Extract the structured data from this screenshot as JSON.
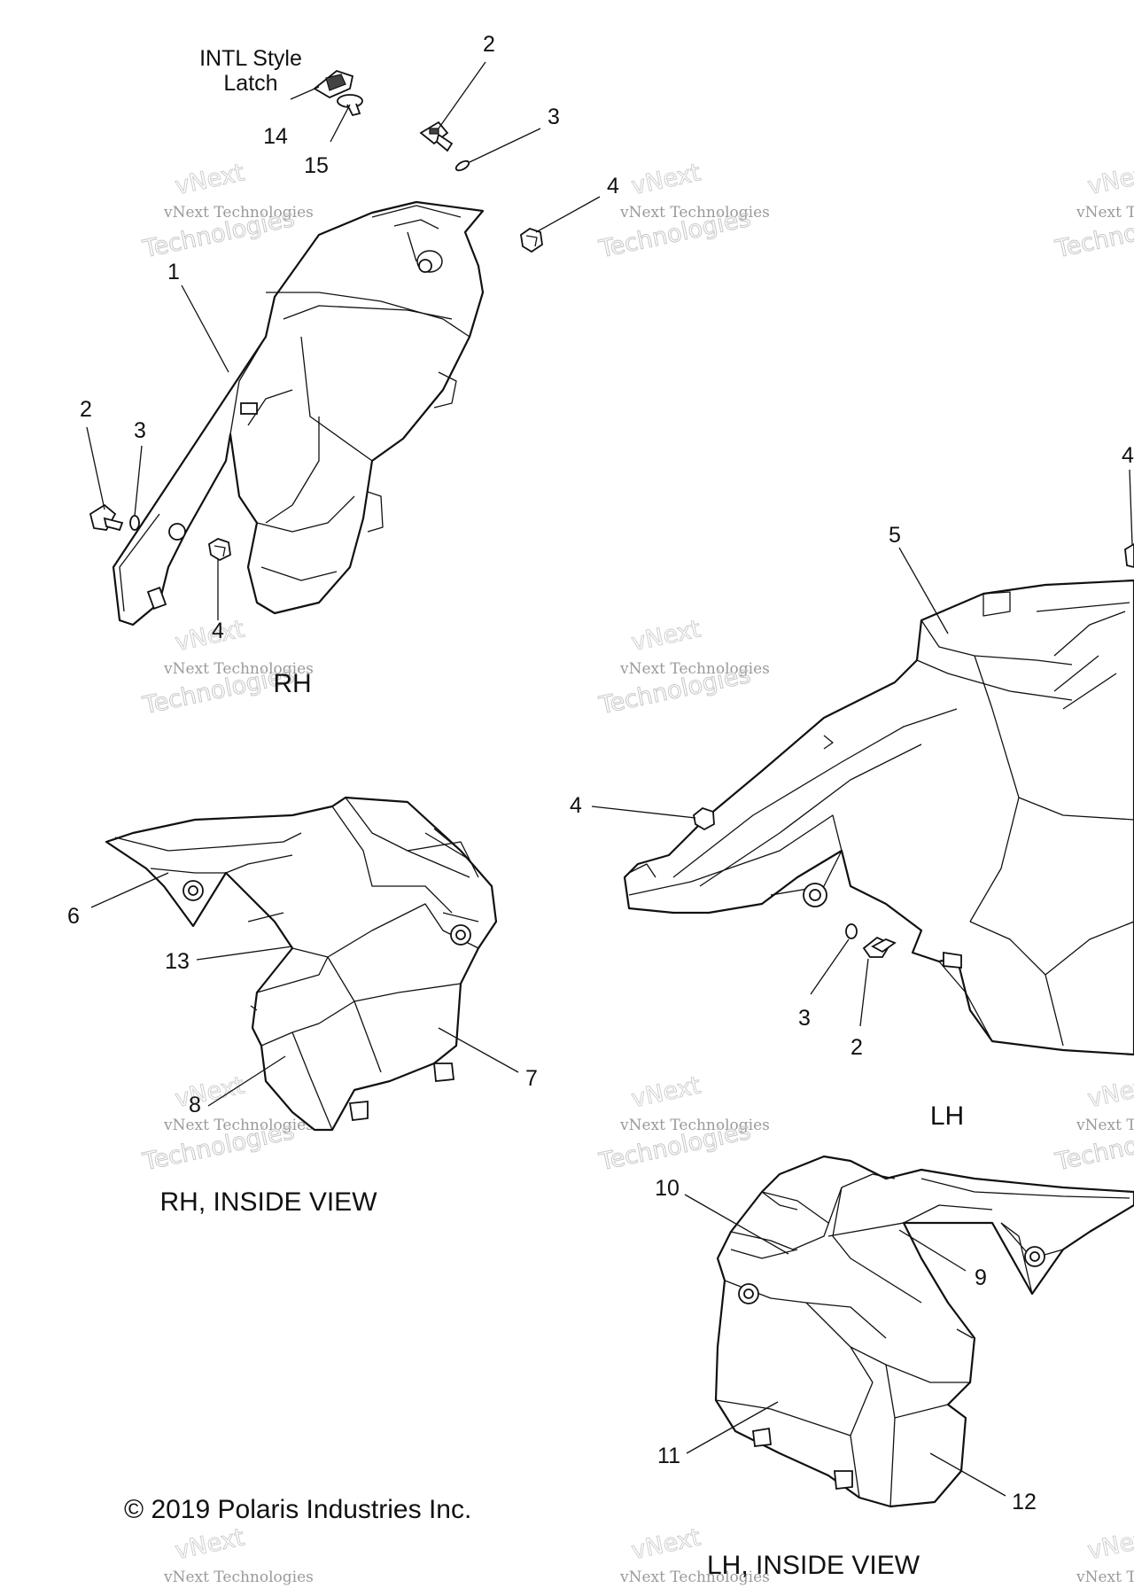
{
  "diagram": {
    "callouts": {
      "c1": "1",
      "c2_top": "2",
      "c3_top": "3",
      "c4_top": "4",
      "c2_left": "2",
      "c3_left": "3",
      "c4_left": "4",
      "c14": "14",
      "c15": "15",
      "c5": "5",
      "c4_right": "4",
      "c4_mid": "4",
      "c3_lh": "3",
      "c2_lh": "2",
      "c6": "6",
      "c13": "13",
      "c7": "7",
      "c8": "8",
      "c10": "10",
      "c9": "9",
      "c11": "11",
      "c12": "12"
    },
    "notes": {
      "intl_line1": "INTL Style",
      "intl_line2": "Latch"
    },
    "views": {
      "rh": "RH",
      "lh": "LH",
      "rh_inside": "RH, INSIDE VIEW",
      "lh_inside": "LH, INSIDE VIEW"
    },
    "copyright": "© 2019 Polaris Industries Inc.",
    "watermark": {
      "line1": "vNext Technologies",
      "line2": "Technologies",
      "line3": "vNext"
    }
  }
}
